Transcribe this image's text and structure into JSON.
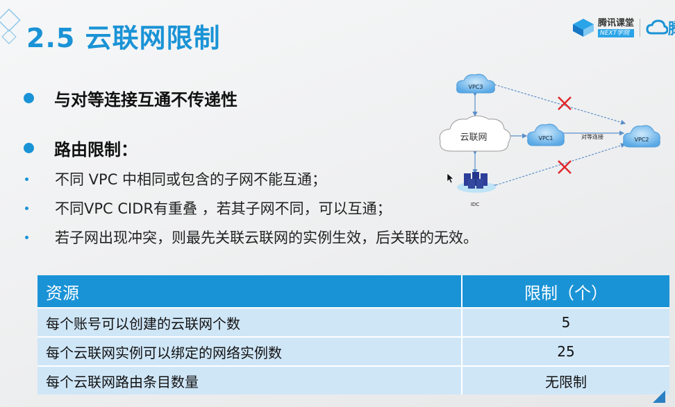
{
  "slide": {
    "title": "2.5 云联网限制"
  },
  "brand": {
    "name": "腾讯课堂",
    "sub": "NEXT学院",
    "cut_text": "腾"
  },
  "bullets": [
    {
      "text": "与对等连接互通不传递性"
    },
    {
      "text": "路由限制："
    }
  ],
  "sub_bullets": [
    {
      "text": "不同 VPC 中相同或包含的子网不能互通；"
    },
    {
      "text": "不同VPC CIDR有重叠 ，若其子网不同，可以互通；"
    },
    {
      "text": "若子网出现冲突，则最先关联云联网的实例生效，后关联的无效。"
    }
  ],
  "diagram": {
    "ccn_label": "云联网",
    "vpc1": "VPC1",
    "vpc2": "VPC2",
    "vpc3": "VPC3",
    "idc": "IDC",
    "peering_label": "对等连接",
    "colors": {
      "cloud": "#5aa9e6",
      "arrow": "#5b8fc9",
      "cross": "#e0262a"
    }
  },
  "table": {
    "headers": [
      "资源",
      "限制（个）"
    ],
    "rows": [
      [
        "每个账号可以创建的云联网个数",
        "5"
      ],
      [
        "每个云联网实例可以绑定的网络实例数",
        "25"
      ],
      [
        "每个云联网路由条目数量",
        "无限制"
      ]
    ]
  },
  "colors": {
    "accent": "#1a93d6",
    "row_bg": "#cfe6f7"
  }
}
